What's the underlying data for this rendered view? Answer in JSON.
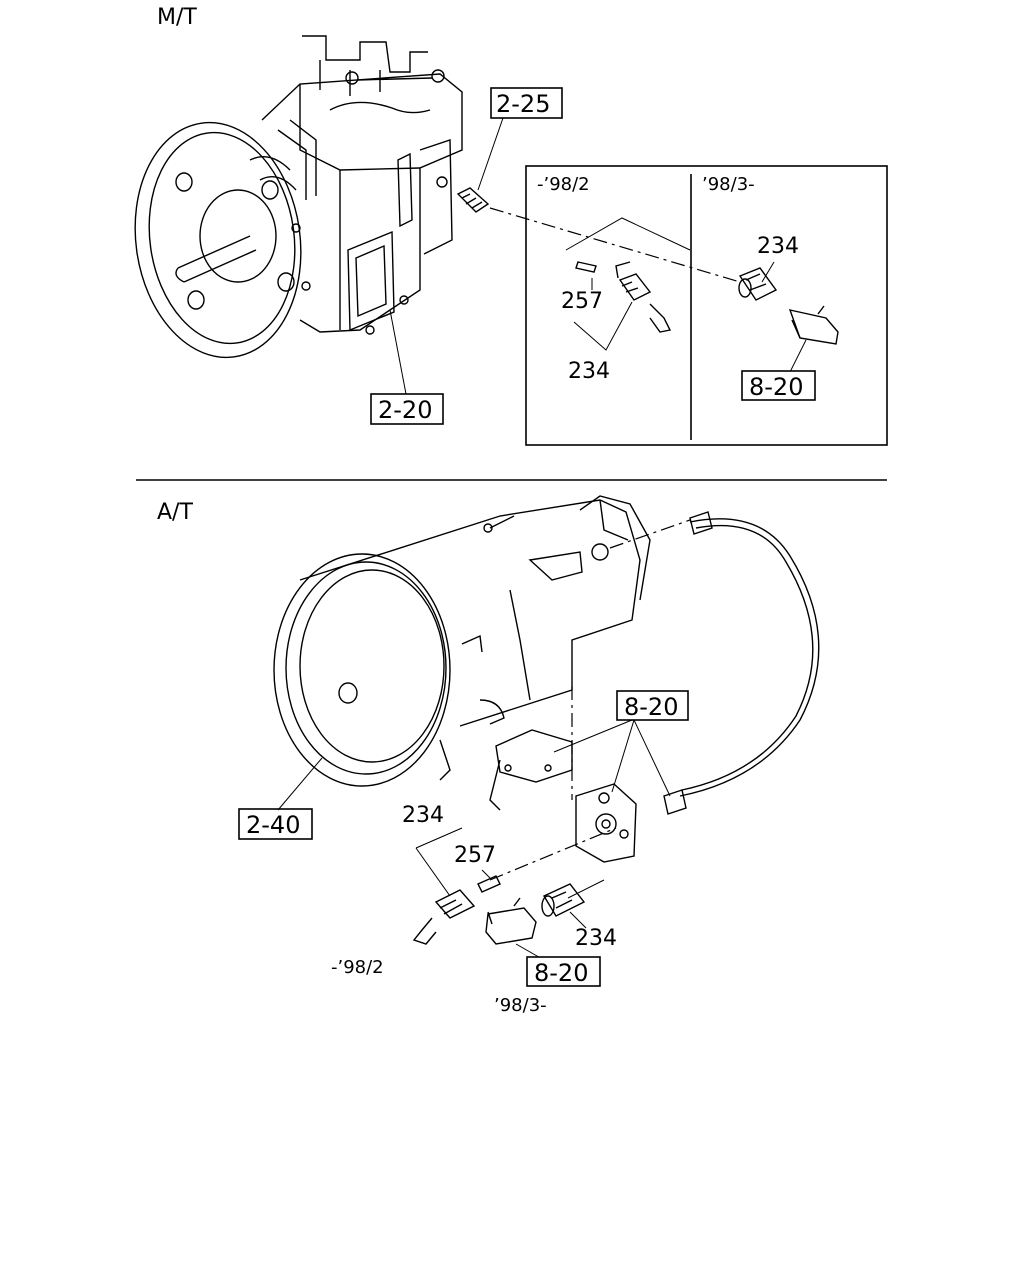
{
  "sections": {
    "manual": {
      "title": "M/T",
      "refs": {
        "ref_a": "2-25",
        "ref_b": "2-20"
      },
      "inset": {
        "period_early": "-’98/2",
        "period_late": "’98/3-",
        "parts": {
          "pin": "257",
          "sensor_early": "234",
          "sensor_late": "234",
          "clip_ref": "8-20"
        }
      }
    },
    "automatic": {
      "title": "A/T",
      "refs": {
        "ref_case": "2-40",
        "ref_drive": "8-20",
        "ref_clip": "8-20"
      },
      "parts": {
        "sensor_top": "234",
        "pin": "257",
        "sensor_late": "234"
      },
      "period_early": "-’98/2",
      "period_late": "’98/3-"
    }
  }
}
